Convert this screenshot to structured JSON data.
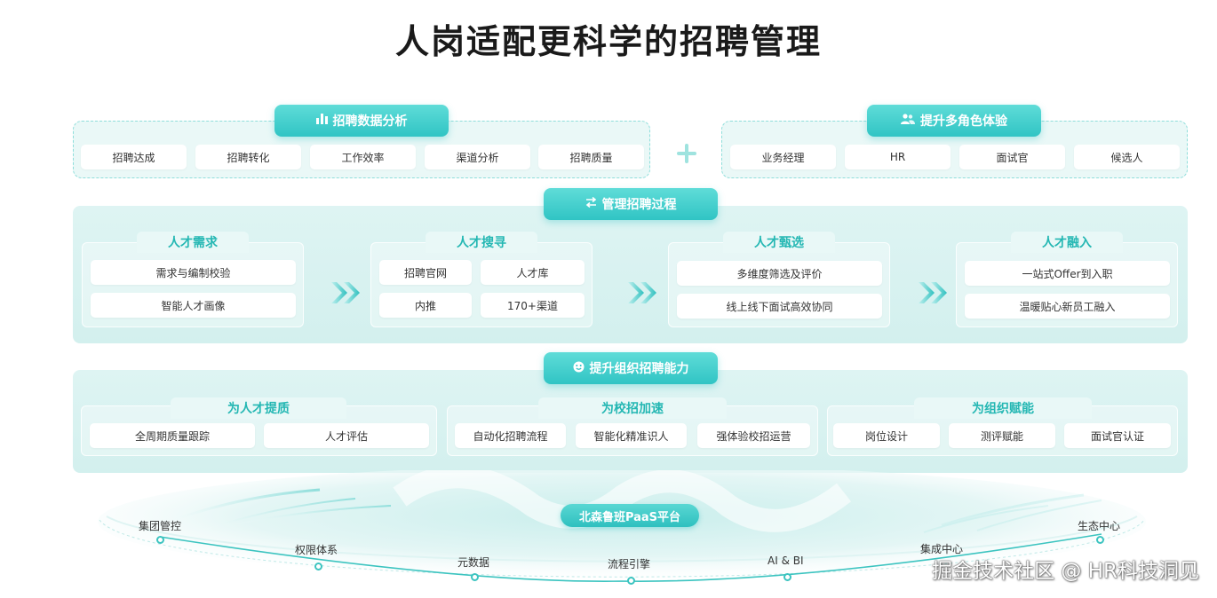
{
  "title": "人岗适配更科学的招聘管理",
  "analysis": {
    "header": "招聘数据分析",
    "items": [
      "招聘达成",
      "招聘转化",
      "工作效率",
      "渠道分析",
      "招聘质量"
    ]
  },
  "roles": {
    "header": "提升多角色体验",
    "items": [
      "业务经理",
      "HR",
      "面试官",
      "候选人"
    ]
  },
  "process": {
    "header": "管理招聘过程",
    "stages": [
      {
        "title": "人才需求",
        "items": [
          "需求与编制校验",
          "智能人才画像"
        ]
      },
      {
        "title": "人才搜寻",
        "items": [
          "招聘官网",
          "人才库",
          "内推",
          "170+渠道"
        ]
      },
      {
        "title": "人才甄选",
        "items": [
          "多维度筛选及评价",
          "线上线下面试高效协同"
        ]
      },
      {
        "title": "人才融入",
        "items": [
          "一站式Offer到入职",
          "温暖贴心新员工融入"
        ]
      }
    ]
  },
  "capability": {
    "header": "提升组织招聘能力",
    "groups": [
      {
        "title": "为人才提质",
        "items": [
          "全周期质量跟踪",
          "人才评估"
        ]
      },
      {
        "title": "为校招加速",
        "items": [
          "自动化招聘流程",
          "智能化精准识人",
          "强体验校招运营"
        ]
      },
      {
        "title": "为组织赋能",
        "items": [
          "岗位设计",
          "测评赋能",
          "面试官认证"
        ]
      }
    ]
  },
  "platform": {
    "name": "北森鲁班PaaS平台",
    "nodes": [
      "集团管控",
      "权限体系",
      "元数据",
      "流程引擎",
      "AI & BI",
      "集成中心",
      "生态中心"
    ]
  },
  "watermark": "掘金技术社区 @ HR科技洞见",
  "colors": {
    "accent": "#30c4c4",
    "panel": "#d9f2f1",
    "tab_text": "#24b7b3"
  }
}
